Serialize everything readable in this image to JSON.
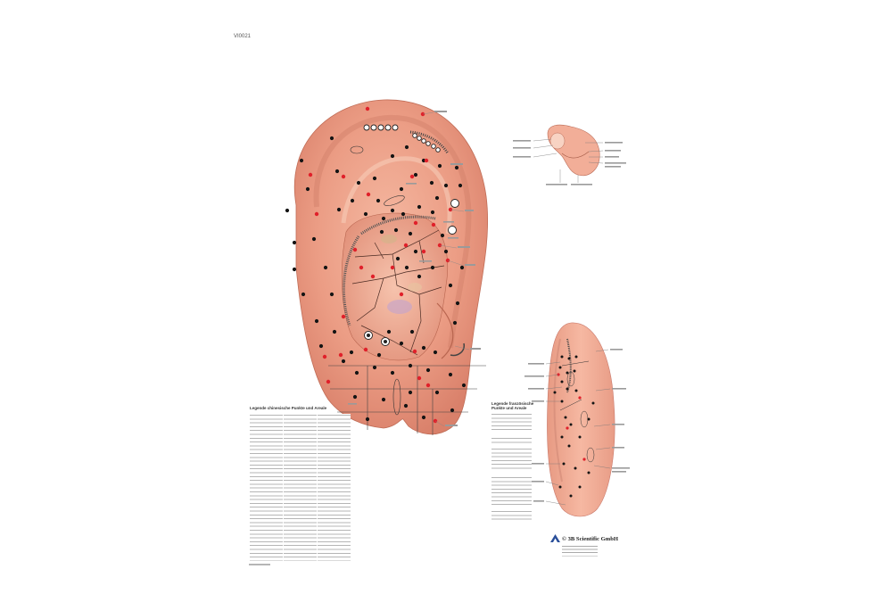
{
  "chart_code": "VI0021",
  "legend_chinese": {
    "title": "Legende chinesische Punkte und Areale"
  },
  "legend_french": {
    "title": "Legende französische Punkte und Areale"
  },
  "publisher": {
    "name": "© 3B Scientific GmbH"
  },
  "colors": {
    "skin": "#f0a890",
    "skin_light": "#f7c4b0",
    "skin_dark": "#c9735c",
    "point_black": "#141414",
    "point_red": "#e0202a",
    "area_line": "#5a2a22"
  }
}
